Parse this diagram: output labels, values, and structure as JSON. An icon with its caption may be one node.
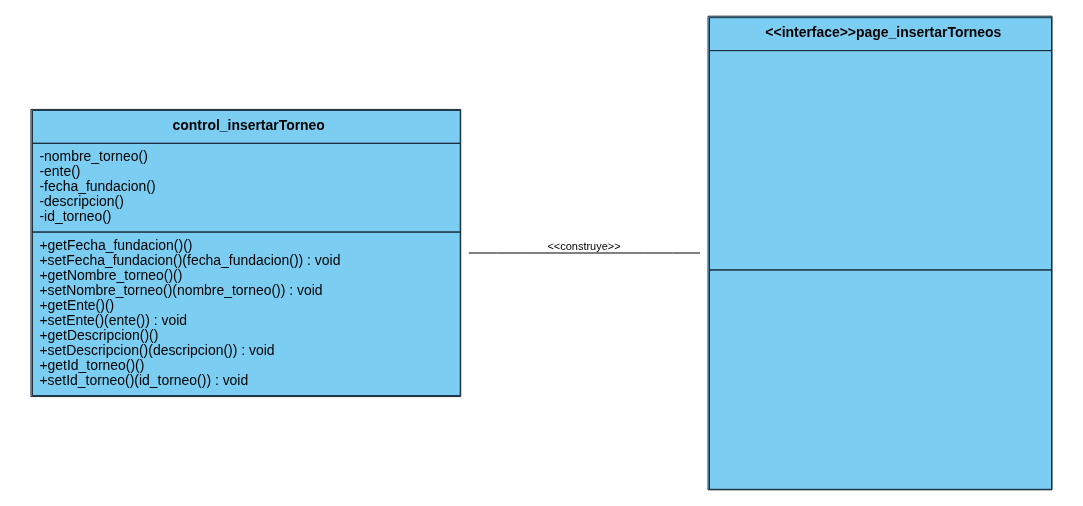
{
  "diagram": {
    "nodes": [
      {
        "text": [
          "control_insertarTorneo",
          "-nombre_torneo()",
          "-ente()",
          "-fecha_fundacion()",
          "-descripcion()",
          "-id_torneo()",
          "+getFecha_fundacion()()",
          "+setFecha_fundacion()(fecha_fundacion()) : void",
          "+getNombre_torneo()()",
          "+setNombre_torneo()(nombre_torneo()) : void",
          "+getEnte()()",
          "+setEnte()(ente()) : void",
          "+getDescripcion()()",
          "+setDescripcion()(descripcion()) : void",
          "+getId_torneo()()",
          "+setId_torneo()(id_torneo()) : void"
        ]
      },
      {
        "text": [
          "<<interface>>page_insertarTorneos"
        ]
      }
    ],
    "edges": [
      {
        "from": 0,
        "to": 1,
        "arrow": "none",
        "label": "<<construye>>"
      }
    ]
  }
}
